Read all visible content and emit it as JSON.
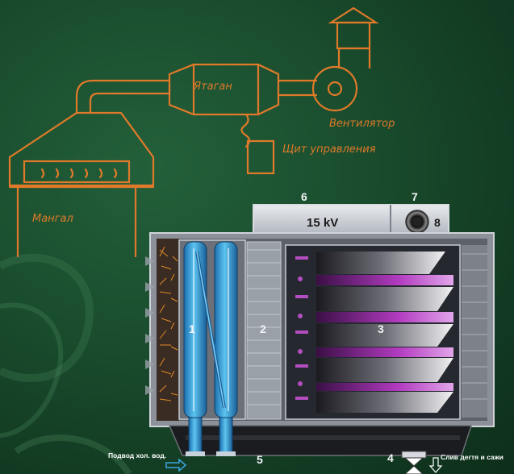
{
  "sketch": {
    "mangal": "Мангал",
    "yatagan": "Ятаган",
    "ventilator": "Вентилятор",
    "control_panel": "Щит управления"
  },
  "unit": {
    "voltage": "15 kV",
    "markers": [
      "1",
      "2",
      "3",
      "4",
      "5",
      "6",
      "7",
      "8"
    ],
    "water_inlet": "Подвод  хол. вод.",
    "tar_drain": "Слив дегтя и сажи"
  },
  "colors": {
    "sketch_line": "#e07a2a",
    "pipe_blue": "#3aa7e0",
    "plasma_purple": "#a02ab0",
    "background": "#1a4d2e"
  }
}
